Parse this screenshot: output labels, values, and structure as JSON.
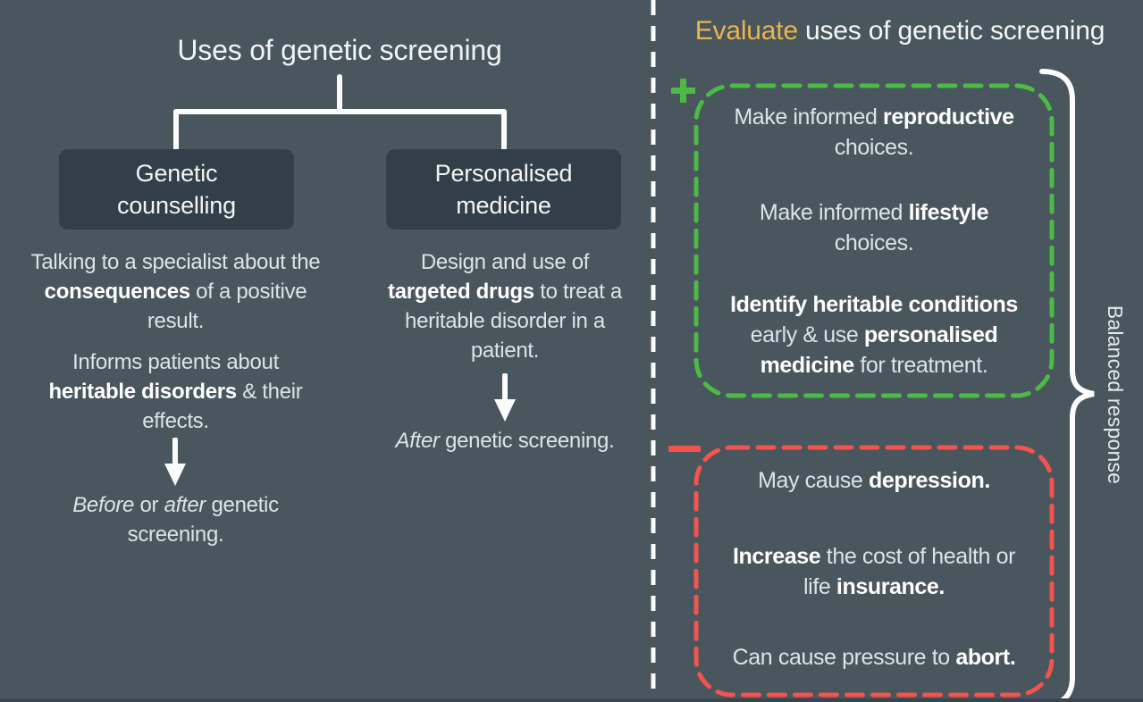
{
  "colors": {
    "background": "#49565e",
    "node_box_fill": "#333f48",
    "accent_green": "#4cbb45",
    "accent_red": "#f4534e",
    "accent_yellow": "#e9b44d",
    "text_regular": "#dde3e6",
    "text_bold": "#ffffff",
    "lines_white": "#fafbfb"
  },
  "left_panel": {
    "title": "Uses of genetic screening",
    "branches": [
      {
        "box_lines": [
          "Genetic",
          "counselling"
        ],
        "paragraphs": [
          [
            [
              {
                "t": "Talking to a specialist about the"
              }
            ],
            [
              {
                "t": "consequences",
                "b": 1
              },
              {
                "t": " of a positive"
              }
            ],
            [
              {
                "t": "result."
              }
            ]
          ],
          [
            [
              {
                "t": "Informs patients about"
              }
            ],
            [
              {
                "t": "heritable disorders",
                "b": 1
              },
              {
                "t": " & their"
              }
            ],
            [
              {
                "t": "effects."
              }
            ]
          ]
        ],
        "timing_note": [
          [
            {
              "t": "Before",
              "i": 1
            },
            {
              "t": " or "
            },
            {
              "t": "after",
              "i": 1
            },
            {
              "t": " genetic"
            }
          ],
          [
            {
              "t": "screening."
            }
          ]
        ]
      },
      {
        "box_lines": [
          "Personalised",
          "medicine"
        ],
        "paragraphs": [
          [
            [
              {
                "t": "Design and use of"
              }
            ],
            [
              {
                "t": "targeted drugs",
                "b": 1
              },
              {
                "t": " to treat a"
              }
            ],
            [
              {
                "t": "heritable disorder in a"
              }
            ],
            [
              {
                "t": "patient."
              }
            ]
          ]
        ],
        "timing_note": [
          [
            {
              "t": "After",
              "i": 1
            },
            {
              "t": " genetic screening."
            }
          ]
        ]
      }
    ]
  },
  "right_panel": {
    "title": [
      [
        {
          "t": "Evaluate",
          "c": "yellow"
        },
        {
          "t": " uses of genetic screening"
        }
      ]
    ],
    "pros": {
      "sign": "plus",
      "items": [
        [
          [
            {
              "t": "Make informed "
            },
            {
              "t": "reproductive",
              "b": 1
            }
          ],
          [
            {
              "t": "choices."
            }
          ]
        ],
        [
          [
            {
              "t": "Make informed "
            },
            {
              "t": "lifestyle",
              "b": 1
            }
          ],
          [
            {
              "t": "choices."
            }
          ]
        ],
        [
          [
            {
              "t": "Identify heritable conditions",
              "b": 1
            }
          ],
          [
            {
              "t": "early & use "
            },
            {
              "t": "personalised",
              "b": 1
            }
          ],
          [
            {
              "t": "medicine",
              "b": 1
            },
            {
              "t": " for treatment."
            }
          ]
        ]
      ]
    },
    "cons": {
      "sign": "minus",
      "items": [
        [
          [
            {
              "t": "May cause "
            },
            {
              "t": "depression.",
              "b": 1
            }
          ]
        ],
        [
          [
            {
              "t": "Increase",
              "b": 1
            },
            {
              "t": " the cost of health or"
            }
          ],
          [
            {
              "t": "life "
            },
            {
              "t": "insurance.",
              "b": 1
            }
          ]
        ],
        [
          [
            {
              "t": "Can cause pressure to "
            },
            {
              "t": "abort.",
              "b": 1
            }
          ]
        ]
      ]
    },
    "brace_label": "Balanced response"
  }
}
